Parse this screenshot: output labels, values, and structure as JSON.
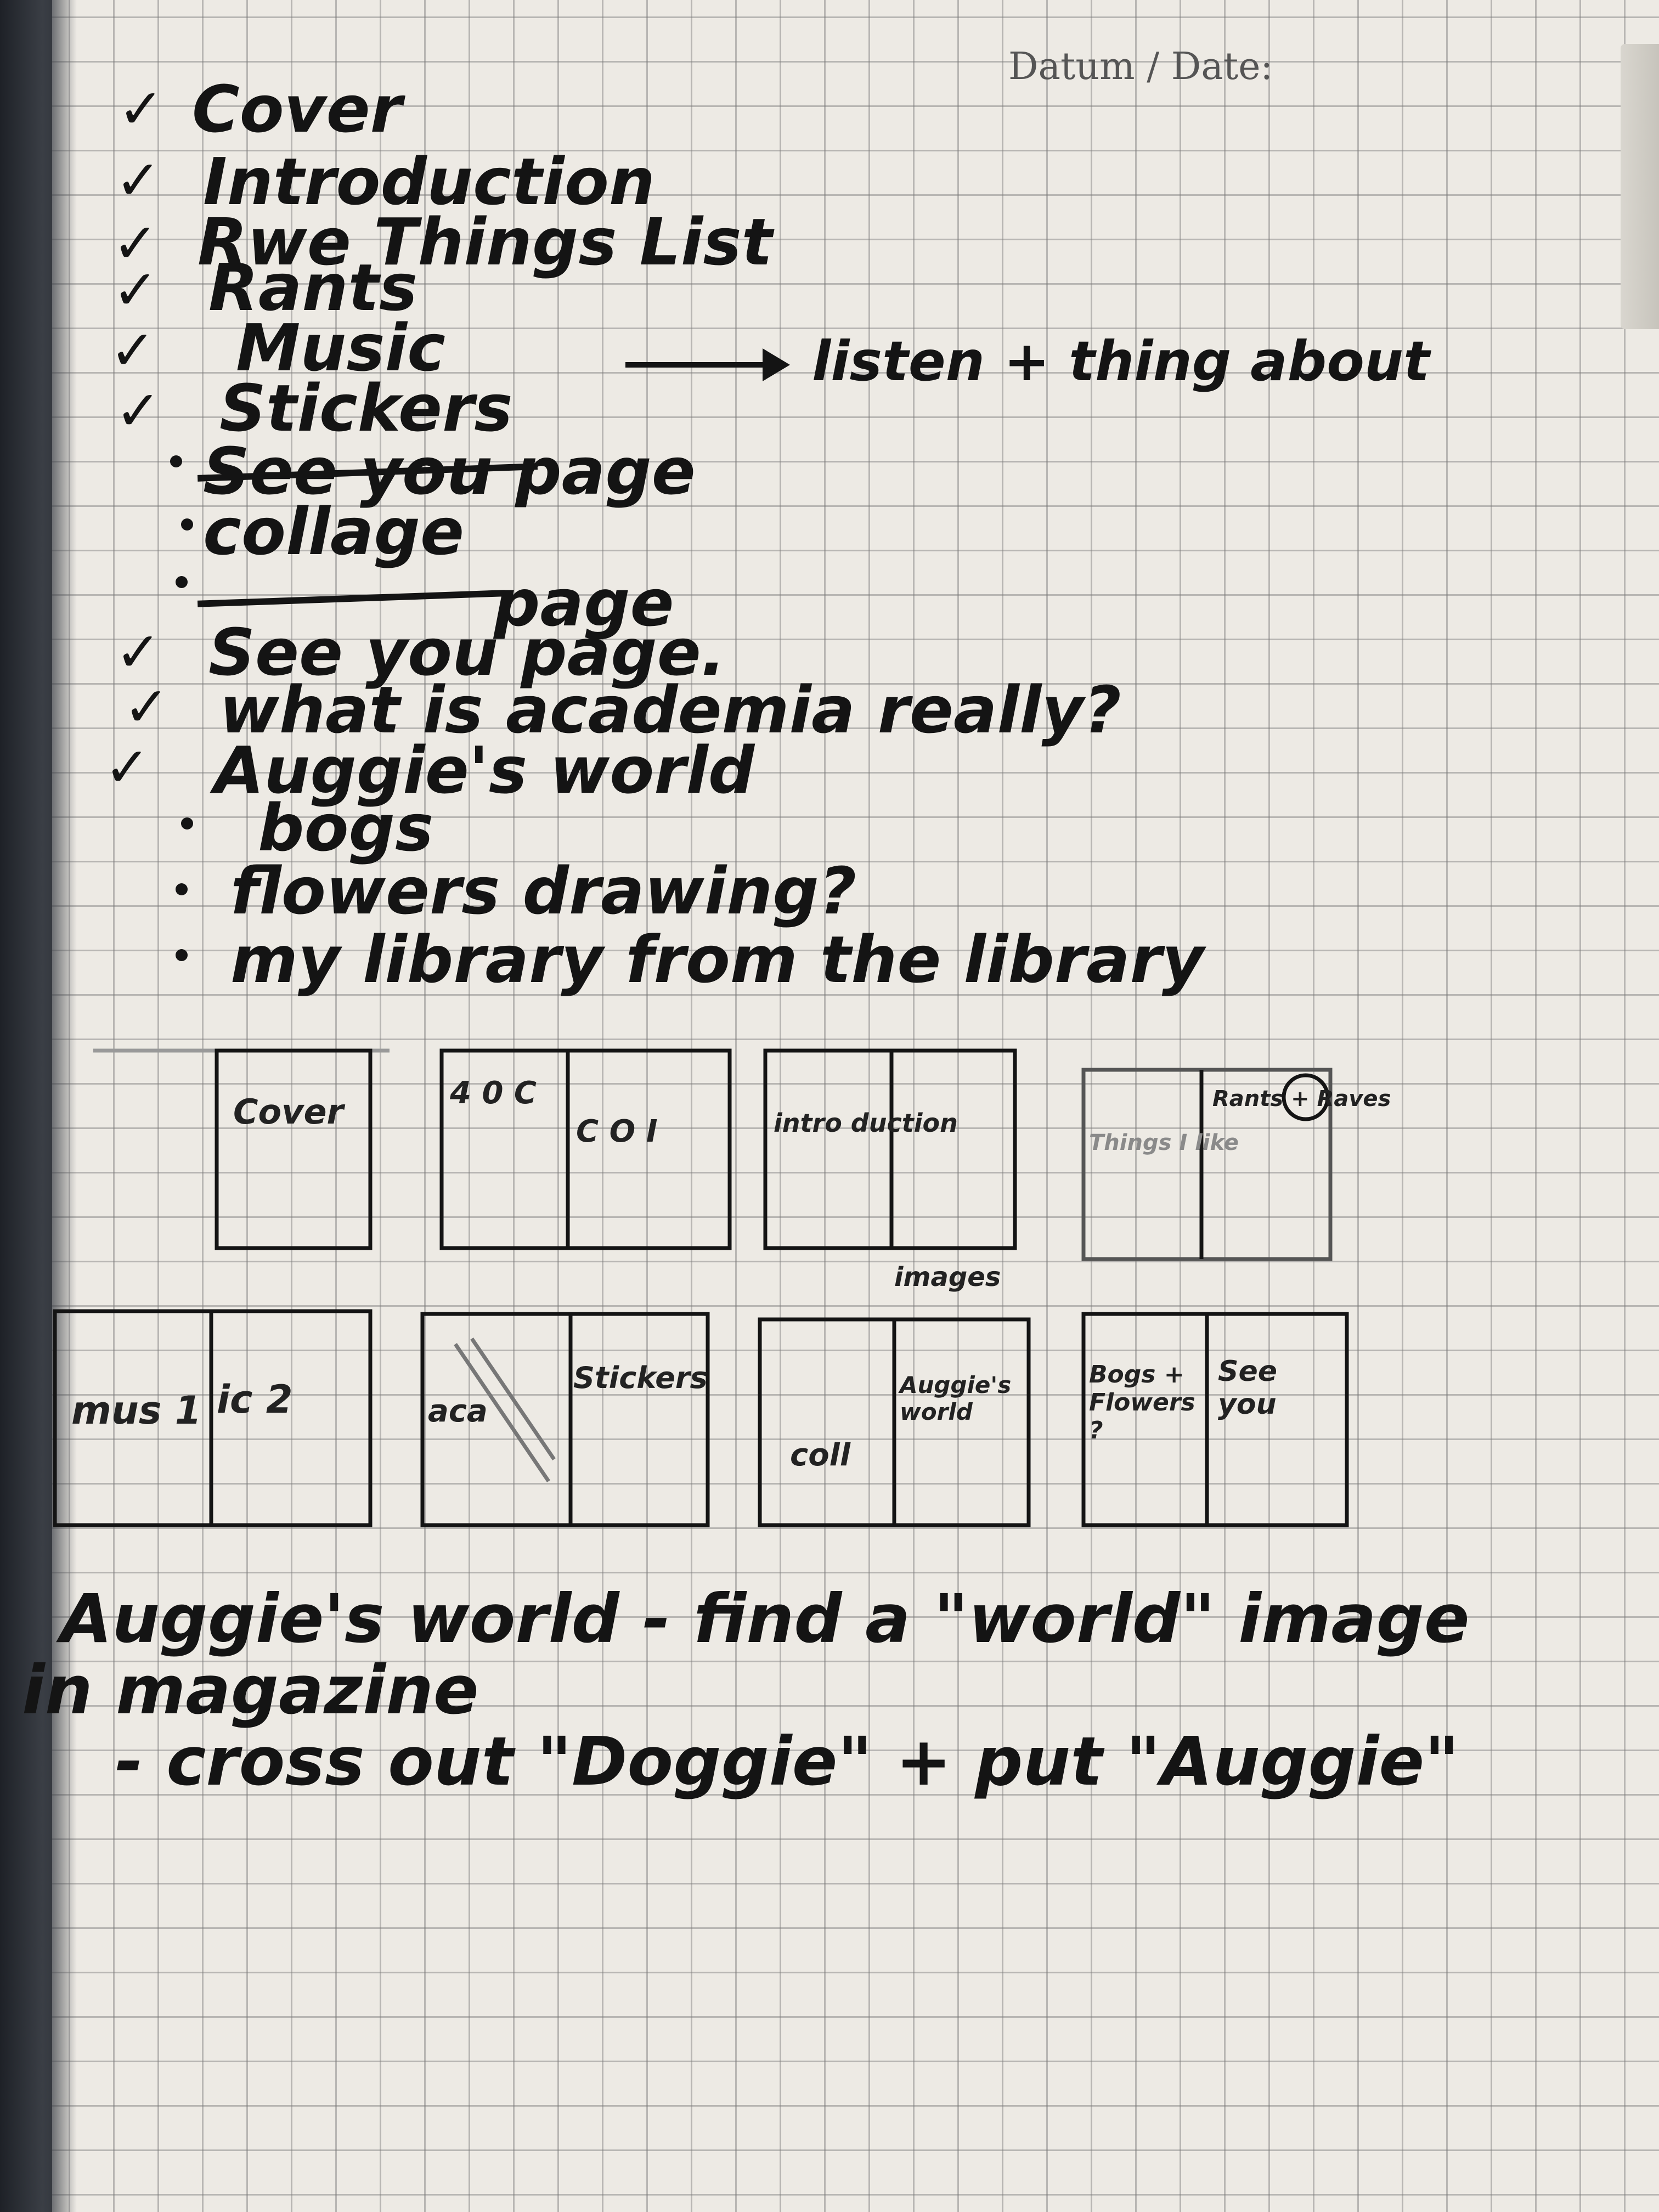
{
  "header": {
    "date_label": "Datum / Date:"
  },
  "todo_list": [
    {
      "text": "Cover",
      "checked": true
    },
    {
      "text": "Introduction",
      "checked": true
    },
    {
      "text": "Rwe Things List",
      "checked": true
    },
    {
      "text": "Rants",
      "checked": true
    },
    {
      "text": "Music",
      "checked": true,
      "note": "listen + thing about"
    },
    {
      "text": "Stickers",
      "checked": true
    },
    {
      "text": "See you page",
      "checked": false,
      "crossed_out": true
    },
    {
      "text": "collage",
      "checked": false
    },
    {
      "text": "page",
      "checked": false,
      "crossed_out": true
    },
    {
      "text": "See you page.",
      "checked": true
    },
    {
      "text": "what is academia really?",
      "checked": true
    },
    {
      "text": "Auggie's world",
      "checked": true
    },
    {
      "text": "bogs",
      "checked": false
    },
    {
      "text": "flowers drawing?",
      "checked": false
    },
    {
      "text": "my library from the library",
      "checked": false
    }
  ],
  "layout_sketch": {
    "row1": [
      {
        "left": "",
        "right": "Cover"
      },
      {
        "left": "4 0 C",
        "right": "C O I"
      },
      {
        "left": "intro duction",
        "right": ""
      },
      {
        "left": "Things I like",
        "right": "Rants + Raves"
      }
    ],
    "row2": [
      {
        "left": "mus 1",
        "right": "ic 2"
      },
      {
        "left": "aca",
        "right": "Stickers"
      },
      {
        "left": "coll",
        "right": "Auggie's world"
      },
      {
        "left": "Bogs + Flowers ?",
        "right": "See you"
      }
    ],
    "annotation_images": "images"
  },
  "footer_note": {
    "line1": "Auggie's world - find a \"world\" image",
    "line2": "in magazine",
    "line3": "- cross out \"Doggie\" + put \"Auggie\""
  },
  "colors": {
    "paper": "#edeae4",
    "grid": "#8a8a8a",
    "ink": "#141414",
    "cover": "#2a2d33"
  }
}
